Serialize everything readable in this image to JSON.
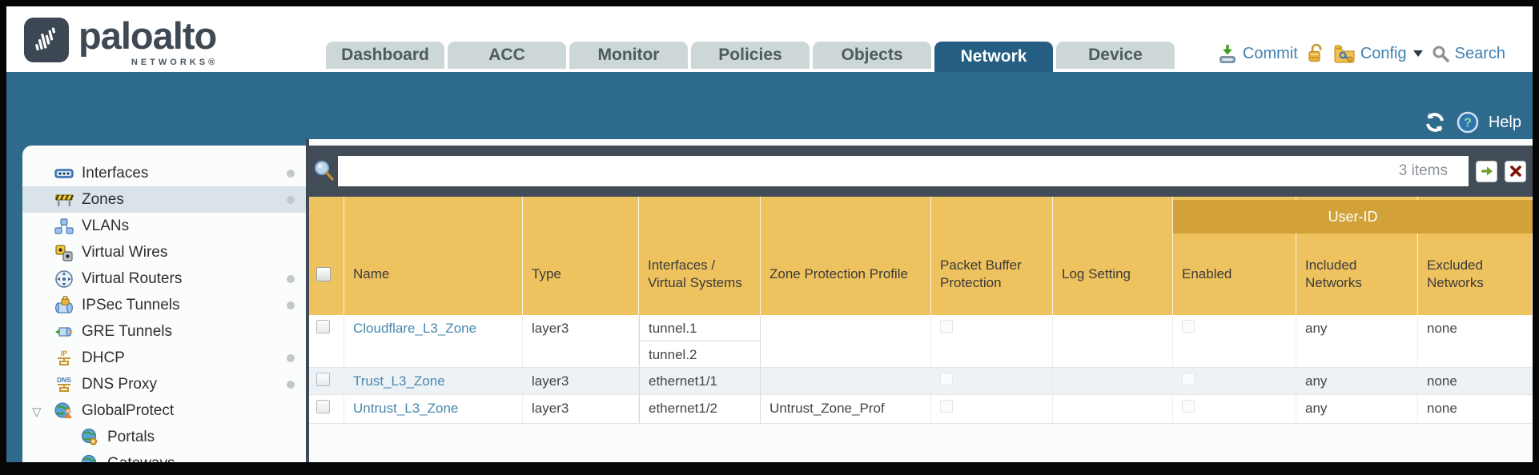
{
  "brand": {
    "name": "paloalto",
    "sub": "NETWORKS®"
  },
  "tabs": [
    {
      "label": "Dashboard",
      "active": false
    },
    {
      "label": "ACC",
      "active": false
    },
    {
      "label": "Monitor",
      "active": false
    },
    {
      "label": "Policies",
      "active": false
    },
    {
      "label": "Objects",
      "active": false
    },
    {
      "label": "Network",
      "active": true
    },
    {
      "label": "Device",
      "active": false
    }
  ],
  "top_actions": {
    "commit": "Commit",
    "config": "Config",
    "search": "Search"
  },
  "band": {
    "help": "Help"
  },
  "sidebar": {
    "items": [
      {
        "label": "Interfaces",
        "icon": "interfaces-icon",
        "dot": true
      },
      {
        "label": "Zones",
        "icon": "zones-icon",
        "dot": true,
        "selected": true
      },
      {
        "label": "VLANs",
        "icon": "vlans-icon",
        "dot": false
      },
      {
        "label": "Virtual Wires",
        "icon": "virtual-wires-icon",
        "dot": false
      },
      {
        "label": "Virtual Routers",
        "icon": "virtual-routers-icon",
        "dot": true
      },
      {
        "label": "IPSec Tunnels",
        "icon": "ipsec-tunnels-icon",
        "dot": true
      },
      {
        "label": "GRE Tunnels",
        "icon": "gre-tunnels-icon",
        "dot": false
      },
      {
        "label": "DHCP",
        "icon": "dhcp-icon",
        "dot": true
      },
      {
        "label": "DNS Proxy",
        "icon": "dns-proxy-icon",
        "dot": true
      },
      {
        "label": "GlobalProtect",
        "icon": "globalprotect-icon",
        "dot": false,
        "expanded": true
      },
      {
        "label": "Portals",
        "icon": "portals-icon",
        "dot": false,
        "child": true
      },
      {
        "label": "Gateways",
        "icon": "gateways-icon",
        "dot": false,
        "child": true
      }
    ]
  },
  "toolbar": {
    "count": "3 items",
    "search_value": ""
  },
  "table": {
    "group_header": "User-ID",
    "columns": [
      "Name",
      "Type",
      "Interfaces / Virtual Systems",
      "Zone Protection Profile",
      "Packet Buffer Protection",
      "Log Setting",
      "Enabled",
      "Included Networks",
      "Excluded Networks"
    ],
    "rows": [
      {
        "name": "Cloudflare_L3_Zone",
        "type": "layer3",
        "interfaces": [
          "tunnel.1",
          "tunnel.2"
        ],
        "zone_protection_profile": "",
        "log_setting": "",
        "included_networks": "any",
        "excluded_networks": "none"
      },
      {
        "name": "Trust_L3_Zone",
        "type": "layer3",
        "interfaces": [
          "ethernet1/1"
        ],
        "zone_protection_profile": "",
        "log_setting": "",
        "included_networks": "any",
        "excluded_networks": "none"
      },
      {
        "name": "Untrust_L3_Zone",
        "type": "layer3",
        "interfaces": [
          "ethernet1/2"
        ],
        "zone_protection_profile": "Untrust_Zone_Prof",
        "log_setting": "",
        "included_networks": "any",
        "excluded_networks": "none"
      }
    ]
  },
  "icons": {
    "commit": "green-download-to-disk",
    "lock": "gold-open-padlock",
    "config": "folder-with-tools",
    "search": "magnifier",
    "refresh": "circular-arrows",
    "help": "question-circle",
    "filter_apply": "green-arrow",
    "filter_clear": "red-x"
  },
  "colors": {
    "band_teal": "#2e6a8c",
    "active_tab": "#245e82",
    "dark_slate": "#414c56",
    "header_orange": "#eec25e",
    "userid_orange": "#d2a238",
    "link_blue": "#4788ad",
    "selected_row": "#dbe3ea",
    "alt_row": "#edf2f6"
  }
}
